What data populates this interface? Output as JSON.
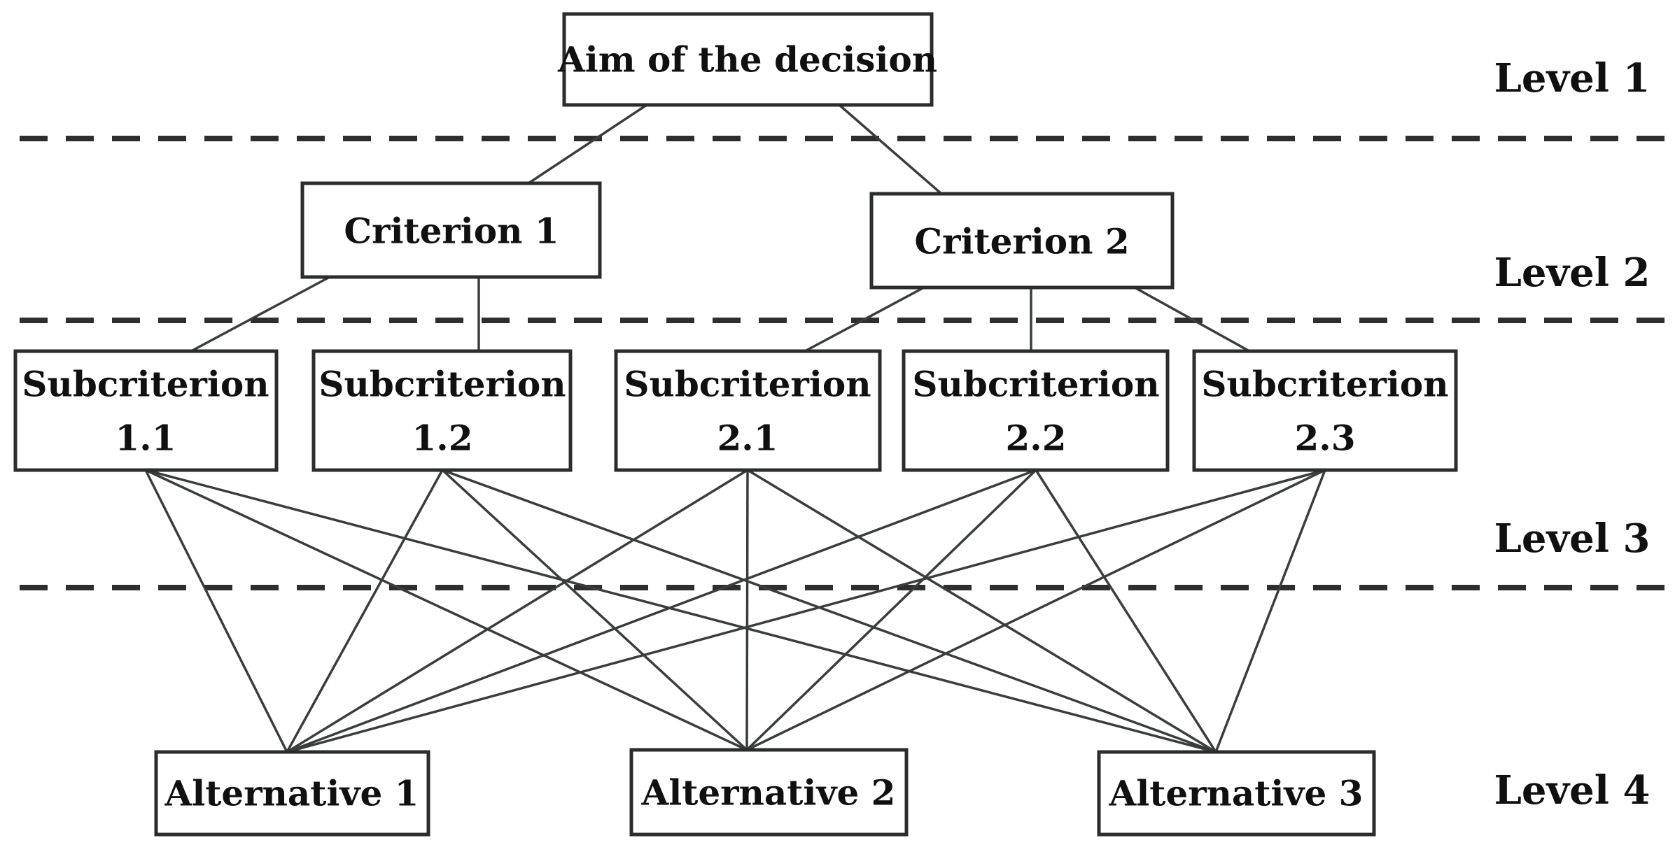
{
  "diagram": {
    "kind": "decision-hierarchy",
    "background_color": "#ffffff",
    "box_border_color": "#2b2d2d",
    "edge_color": "#3a3d3d",
    "text_color": "#101010",
    "nodes": {
      "aim": {
        "label": "Aim of the decision",
        "level": 1
      },
      "criterion1": {
        "label": "Criterion 1",
        "level": 2
      },
      "criterion2": {
        "label": "Criterion 2",
        "level": 2
      },
      "sub11": {
        "line1": "Subcriterion",
        "line2": "1.1",
        "level": 3
      },
      "sub12": {
        "line1": "Subcriterion",
        "line2": "1.2",
        "level": 3
      },
      "sub21": {
        "line1": "Subcriterion",
        "line2": "2.1",
        "level": 3
      },
      "sub22": {
        "line1": "Subcriterion",
        "line2": "2.2",
        "level": 3
      },
      "sub23": {
        "line1": "Subcriterion",
        "line2": "2.3",
        "level": 3
      },
      "alt1": {
        "label": "Alternative 1",
        "level": 4
      },
      "alt2": {
        "label": "Alternative 2",
        "level": 4
      },
      "alt3": {
        "label": "Alternative 3",
        "level": 4
      }
    },
    "level_labels": {
      "level1": "Level 1",
      "level2": "Level 2",
      "level3": "Level 3",
      "level4": "Level 4"
    },
    "edges": [
      [
        "aim",
        "criterion1"
      ],
      [
        "aim",
        "criterion2"
      ],
      [
        "criterion1",
        "sub11"
      ],
      [
        "criterion1",
        "sub12"
      ],
      [
        "criterion2",
        "sub21"
      ],
      [
        "criterion2",
        "sub22"
      ],
      [
        "criterion2",
        "sub23"
      ],
      [
        "sub11",
        "alt1"
      ],
      [
        "sub11",
        "alt2"
      ],
      [
        "sub11",
        "alt3"
      ],
      [
        "sub12",
        "alt1"
      ],
      [
        "sub12",
        "alt2"
      ],
      [
        "sub12",
        "alt3"
      ],
      [
        "sub21",
        "alt1"
      ],
      [
        "sub21",
        "alt2"
      ],
      [
        "sub21",
        "alt3"
      ],
      [
        "sub22",
        "alt1"
      ],
      [
        "sub22",
        "alt2"
      ],
      [
        "sub22",
        "alt3"
      ],
      [
        "sub23",
        "alt1"
      ],
      [
        "sub23",
        "alt2"
      ],
      [
        "sub23",
        "alt3"
      ]
    ]
  }
}
